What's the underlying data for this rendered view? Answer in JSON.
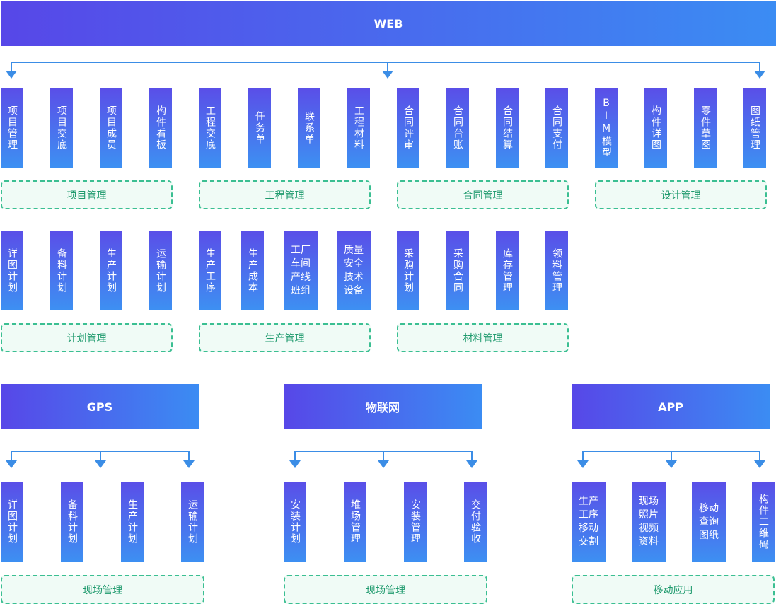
{
  "colors": {
    "header_start": "#5747e8",
    "header_end": "#3b8cf3",
    "group_border": "#3bbf92",
    "group_text": "#1e9a6d",
    "arrow": "#3b8de6"
  },
  "web": {
    "title": "WEB",
    "row1_boxes": [
      "项目管理",
      "项目交底",
      "项目成员",
      "构件看板",
      "工程交底",
      "任务单",
      "联系单",
      "工程材料",
      "合同评审",
      "合同台账",
      "合同结算",
      "合同支付",
      "BIM模型",
      "构件详图",
      "零件草图",
      "图纸管理"
    ],
    "row1_groups": [
      "项目管理",
      "工程管理",
      "合同管理",
      "设计管理"
    ],
    "row2_boxes": [
      "详图计划",
      "备料计划",
      "生产计划",
      "运输计划",
      "生产工序",
      "生产成本",
      "工厂车间产线班组",
      "质量安全技术设备",
      "采购计划",
      "采购合同",
      "库存管理",
      "领料管理"
    ],
    "row2_groups": [
      "计划管理",
      "生产管理",
      "材料管理"
    ]
  },
  "gps": {
    "title": "GPS",
    "boxes": [
      "详图计划",
      "备料计划",
      "生产计划",
      "运输计划"
    ],
    "group": "现场管理"
  },
  "iot": {
    "title": "物联网",
    "boxes": [
      "安装计划",
      "堆场管理",
      "安装管理",
      "交付验收"
    ],
    "group": "现场管理"
  },
  "app": {
    "title": "APP",
    "boxes": [
      "生产工序移动交割",
      "现场照片视频资料",
      "移动查询图纸",
      "构件二维码"
    ],
    "group": "移动应用"
  }
}
